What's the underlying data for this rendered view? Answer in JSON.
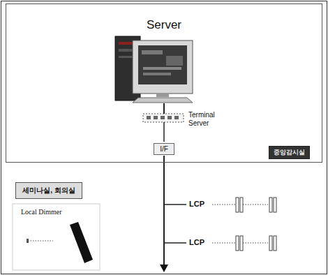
{
  "diagram": {
    "nodes": [
      {
        "text": [
          "Server"
        ]
      },
      {
        "text": [
          "I/F"
        ],
        "in": 0
      },
      {
        "text": [
          "중앙감시실"
        ],
        "in": 0
      },
      {
        "text": [
          "세미나실, 회의실"
        ]
      }
    ],
    "labels": [
      "Terminal Server",
      "LCP",
      "LCP",
      "Local Dimmer"
    ]
  }
}
